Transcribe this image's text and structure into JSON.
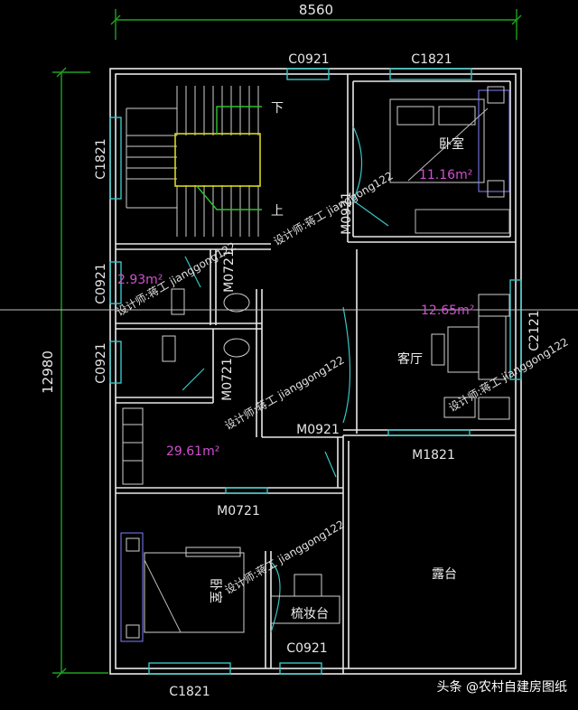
{
  "dimensions": {
    "width": "8560",
    "height": "12980"
  },
  "labels": {
    "c0921_top": "C0921",
    "c1821_top": "C1821",
    "c1821_left": "C1821",
    "c0921_left1": "C0921",
    "c0921_left2": "C0921",
    "c2121_right": "C2121",
    "m0921_bed": "M0921",
    "m0721_a": "M0721",
    "m0721_b": "M0721",
    "m0921_center": "M0921",
    "m1821": "M1821",
    "m0721_c": "M0721",
    "c0921_bottom": "C0921",
    "c1821_bottom": "C1821",
    "stair_down": "下",
    "stair_up": "上"
  },
  "rooms": {
    "bedroom_top": "卧室",
    "living": "客厅",
    "bedroom_bottom": "卧室",
    "dresser": "梳妆台",
    "terrace": "露台"
  },
  "areas": {
    "bedroom_top": "11.16m²",
    "bath": "2.93m²",
    "living": "12.65m²",
    "hall": "29.61m²"
  },
  "watermark": "设计师:蒋工 jianggong122",
  "brand": "头条 @农村自建房图纸",
  "colors": {
    "wall": "#e8e8e8",
    "window": "#39c6c6",
    "stair": "#d8d820",
    "area": "#d050d0",
    "dim": "#1fa01f"
  }
}
